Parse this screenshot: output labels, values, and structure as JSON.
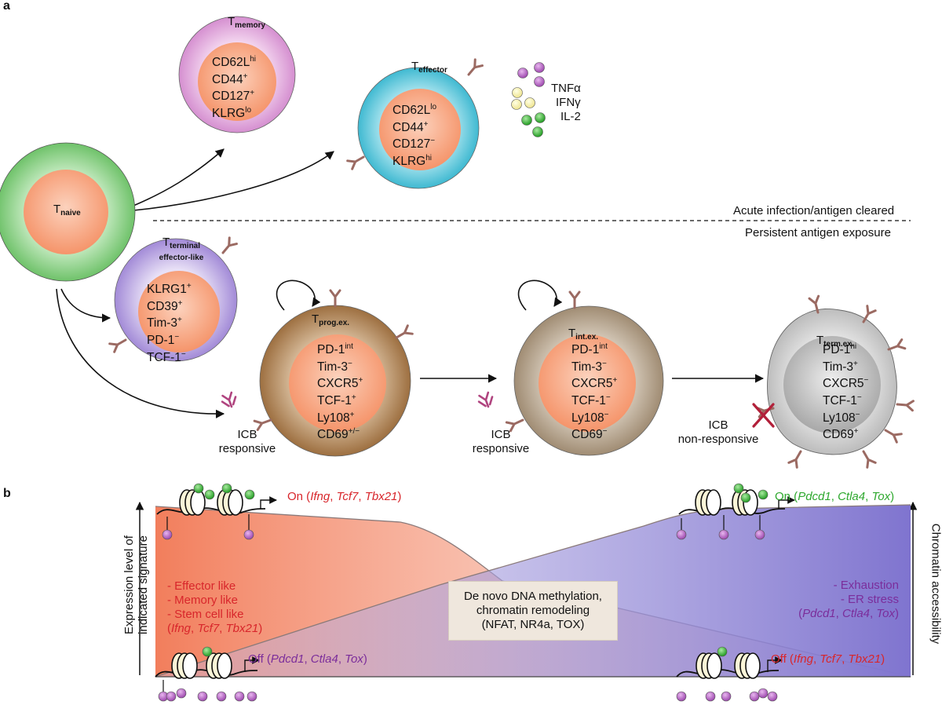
{
  "panels": {
    "a": "a",
    "b": "b"
  },
  "cells": {
    "naive": {
      "title": "T",
      "sub": "naive",
      "markers": []
    },
    "memory": {
      "title": "T",
      "sub": "memory",
      "markers": [
        [
          "CD62L",
          "hi"
        ],
        [
          "CD44",
          "+"
        ],
        [
          "CD127",
          "+"
        ],
        [
          "KLRG",
          "lo"
        ]
      ]
    },
    "effector": {
      "title": "T",
      "sub": "effector",
      "markers": [
        [
          "CD62L",
          "lo"
        ],
        [
          "CD44",
          "+"
        ],
        [
          "CD127",
          "−"
        ],
        [
          "KLRG",
          "hi"
        ]
      ]
    },
    "terminal_effector_like": {
      "title": "T",
      "sub": "terminal",
      "sub2": "effector-like",
      "markers": [
        [
          "KLRG1",
          "+"
        ],
        [
          "CD39",
          "+"
        ],
        [
          "Tim-3",
          "+"
        ],
        [
          "PD-1",
          "−"
        ],
        [
          "TCF-1",
          "−"
        ]
      ]
    },
    "prog_ex": {
      "title": "T",
      "sub": "prog.ex.",
      "markers": [
        [
          "PD-1",
          "int"
        ],
        [
          "Tim-3",
          "−"
        ],
        [
          "CXCR5",
          "+"
        ],
        [
          "TCF-1",
          "+"
        ],
        [
          "Ly108",
          "+"
        ],
        [
          "CD69",
          "+/−"
        ]
      ]
    },
    "int_ex": {
      "title": "T",
      "sub": "int.ex.",
      "markers": [
        [
          "PD-1",
          "int"
        ],
        [
          "Tim-3",
          "−"
        ],
        [
          "CXCR5",
          "+"
        ],
        [
          "TCF-1",
          "−"
        ],
        [
          "Ly108",
          "−"
        ],
        [
          "CD69",
          "−"
        ]
      ]
    },
    "term_ex": {
      "title": "T",
      "sub": "term.ex.",
      "markers": [
        [
          "PD-1",
          "hi"
        ],
        [
          "Tim-3",
          "+"
        ],
        [
          "CXCR5",
          "−"
        ],
        [
          "TCF-1",
          "−"
        ],
        [
          "Ly108",
          "−"
        ],
        [
          "CD69",
          "+"
        ]
      ]
    }
  },
  "cytokines": [
    "TNFα",
    "IFNγ",
    "IL-2"
  ],
  "divider": {
    "top_label": "Acute infection/antigen cleared",
    "bottom_label": "Persistent antigen exposure"
  },
  "icb": {
    "prog": [
      "ICB",
      "responsive"
    ],
    "int": [
      "ICB",
      "responsive"
    ],
    "term": [
      "ICB",
      "non-responsive"
    ]
  },
  "panel_b": {
    "y_left": [
      "Expression level of",
      "indicated signature"
    ],
    "y_right": "Chromatin accessibility",
    "on_left": {
      "prefix": "On (",
      "genes": [
        "Ifng",
        "Tcf7",
        "Tbx21"
      ],
      "suffix": ")"
    },
    "off_left": {
      "prefix": "Off (",
      "genes": [
        "Pdcd1",
        "Ctla4",
        "Tox"
      ],
      "suffix": ")"
    },
    "on_right": {
      "prefix": "On (",
      "genes": [
        "Pdcd1",
        "Ctla4",
        "Tox"
      ],
      "suffix": ")"
    },
    "off_right": {
      "prefix": "Off (",
      "genes": [
        "Ifng",
        "Tcf7",
        "Tbx21"
      ],
      "suffix": ")"
    },
    "left_list": [
      "- Effector like",
      "- Memory like",
      "- Stem cell like"
    ],
    "left_genes": [
      "Ifng",
      "Tcf7",
      "Tbx21"
    ],
    "right_list": [
      "- Exhaustion",
      "- ER stress"
    ],
    "right_genes": [
      "Pdcd1",
      "Ctla4",
      "Tox"
    ],
    "center_box": [
      "De novo DNA methylation,",
      "chromatin remodeling",
      "(NFAT, NR4a, TOX)"
    ]
  },
  "colors": {
    "naive_outer": "#8ed38a",
    "naive_inner": "#f7a07a",
    "memory_outer": "#e2a9dc",
    "effector_outer": "#62c9dc",
    "terminal_outer": "#b9a7e0",
    "prog_outer": "#b58655",
    "int_outer": "#b0a08c",
    "term_outer": "#d3d3d3",
    "core": "#f7a07a",
    "receptor": "#9b6a62",
    "icb": "#b0447f",
    "red_text": "#d8262b",
    "green_text": "#2ea82e",
    "purple_text": "#7b2d9b",
    "methyl": "#b86cc4",
    "acetyl": "#3fb43f"
  }
}
